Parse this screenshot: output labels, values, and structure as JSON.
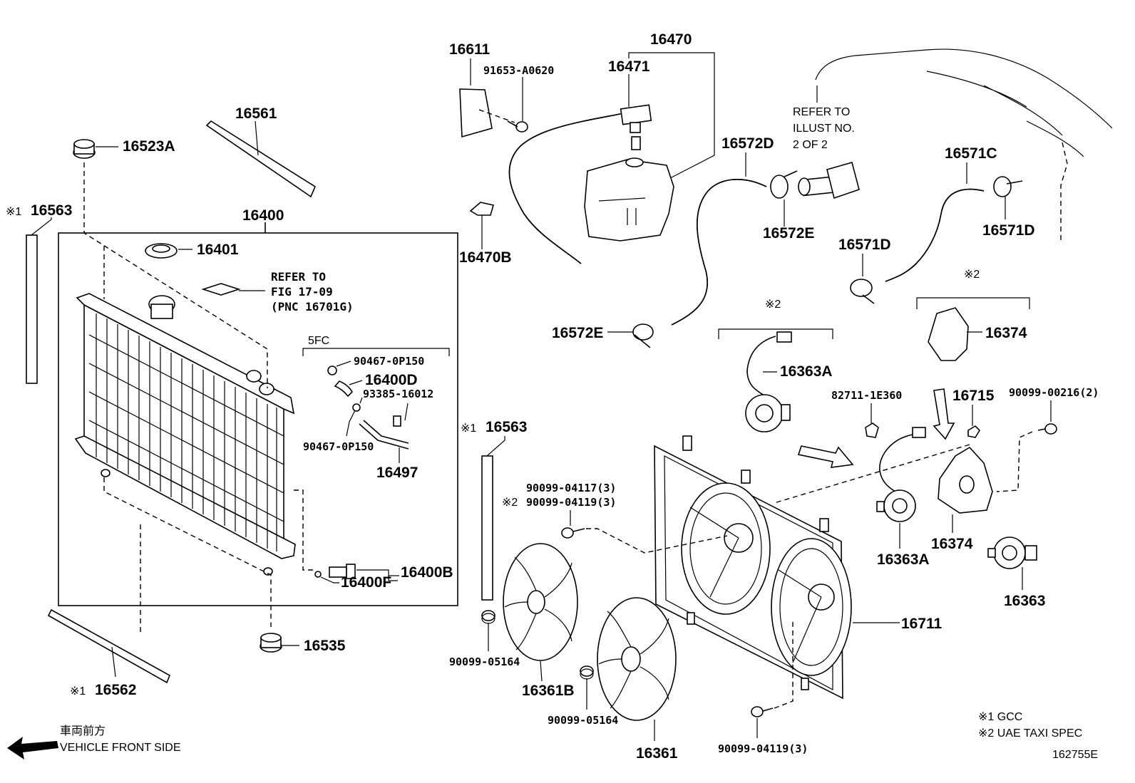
{
  "labels": {
    "p16611": "16611",
    "p91653": "91653-A0620",
    "p16470": "16470",
    "p16471": "16471",
    "p16561": "16561",
    "p16523A": "16523A",
    "p16563a_mark": "※1",
    "p16563a": "16563",
    "p16400": "16400",
    "p16401": "16401",
    "refer1_line1": "REFER TO",
    "refer1_line2": "FIG 17-09",
    "refer1_line3": "(PNC 16701G)",
    "group_5fc": "5FC",
    "p90467a": "90467-0P150",
    "p16400D": "16400D",
    "p93385": "93385-16012",
    "p90467b": "90467-0P150",
    "p16497": "16497",
    "p16400F": "16400F",
    "p16400B": "16400B",
    "p16535": "16535",
    "p16562_mark": "※1",
    "p16562": "16562",
    "p16470B": "16470B",
    "p16572D": "16572D",
    "refer2_line1": "REFER TO",
    "refer2_line2": "ILLUST NO.",
    "refer2_line3": "2 OF 2",
    "p16572E_a": "16572E",
    "p16572E_b": "16572E",
    "p16571C": "16571C",
    "p16571D_a": "16571D",
    "p16571D_b": "16571D",
    "mark2_a": "※2",
    "mark2_b": "※2",
    "p16374_a": "16374",
    "p16363A_a": "16363A",
    "p82711": "82711-1E360",
    "p16715": "16715",
    "p90099_00216": "90099-00216(2)",
    "p16563b_mark": "※1",
    "p16563b": "16563",
    "p90099_04117": "90099-04117(3)",
    "p90099_04119a_mark": "※2",
    "p90099_04119a": "90099-04119(3)",
    "p16374_b": "16374",
    "p16363A_b": "16363A",
    "p16363": "16363",
    "p16711": "16711",
    "p90099_05164a": "90099-05164",
    "p16361B": "16361B",
    "p90099_05164b": "90099-05164",
    "p16361": "16361",
    "p90099_04119b": "90099-04119(3)",
    "footnote1": "※1 GCC",
    "footnote2": "※2 UAE TAXI SPEC",
    "front_jp": "車両前方",
    "front_en": "VEHICLE FRONT SIDE",
    "illus_no": "162755E"
  }
}
